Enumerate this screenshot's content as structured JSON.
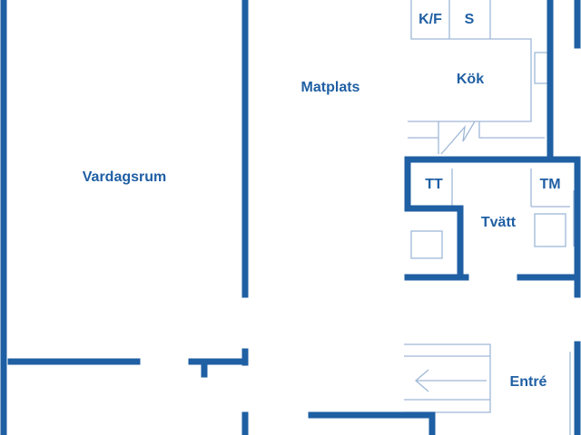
{
  "colors": {
    "wall": "#1F5FA3",
    "fixture": "#9FB8D8",
    "background": "#FFFFFF"
  },
  "rooms": {
    "living": "Vardagsrum",
    "dining": "Matplats",
    "kitchen": "Kök",
    "laundry": "Tvätt",
    "entry": "Entré"
  },
  "fixtures": {
    "fridge_freezer": "K/F",
    "dishwasher": "S",
    "dryer": "TT",
    "washer": "TM"
  }
}
